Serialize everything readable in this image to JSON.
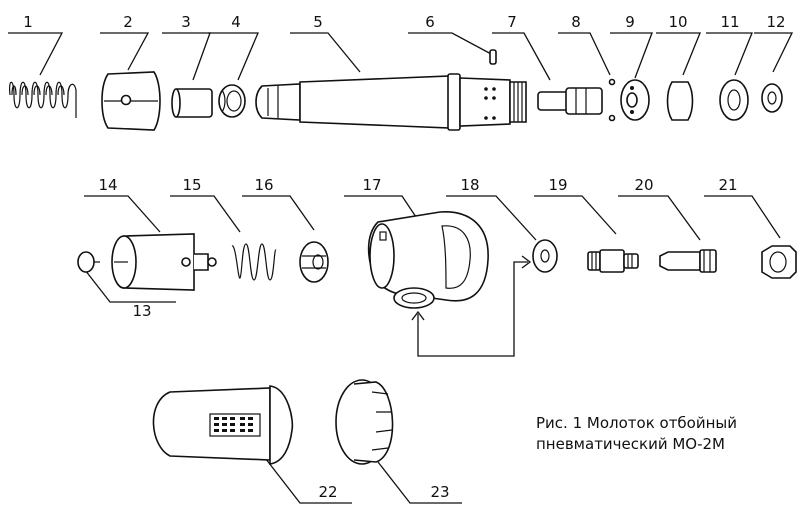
{
  "caption": {
    "line1": "Рис. 1 Молоток отбойный",
    "line2": "пневматический МО-2М"
  },
  "labels": [
    "1",
    "2",
    "3",
    "4",
    "5",
    "6",
    "7",
    "8",
    "9",
    "10",
    "11",
    "12",
    "13",
    "14",
    "15",
    "16",
    "17",
    "18",
    "19",
    "20",
    "21",
    "22",
    "23"
  ]
}
